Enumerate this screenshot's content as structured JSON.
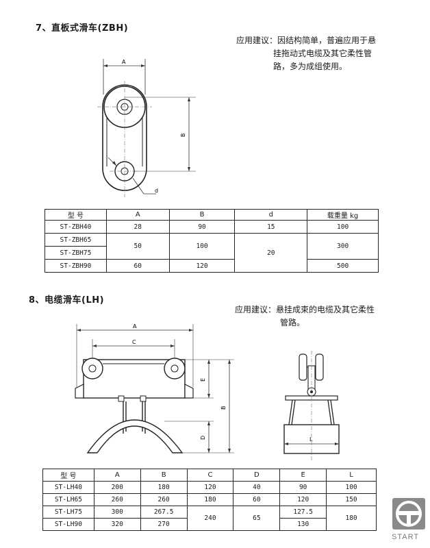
{
  "section7": {
    "heading": "7、直板式滑车(ZBH)",
    "note_lines": [
      "应用建议：因结构简单，普遍应用于悬",
      "挂拖动式电缆及其它柔性管",
      "路，多为成组使用。"
    ],
    "dims": {
      "a": "A",
      "b": "B",
      "d": "d"
    },
    "table": {
      "headers": [
        "型  号",
        "A",
        "B",
        "d",
        "载重量 kg"
      ],
      "rows": [
        {
          "model": "ST-ZBH40",
          "a": "28",
          "b": "90",
          "d": "15",
          "load": "100"
        },
        {
          "model": "ST-ZBH65"
        },
        {
          "model": "ST-ZBH75"
        },
        {
          "model": "ST-ZBH90",
          "a": "60",
          "b": "120",
          "load": "500"
        }
      ],
      "merged": {
        "a_65_75": "50",
        "b_65_75": "100",
        "d_65_90": "20",
        "load_65_75": "300"
      }
    }
  },
  "section8": {
    "heading": "8、电缆滑车(LH)",
    "note_lines": [
      "应用建议：悬挂成束的电缆及其它柔性",
      "管路。"
    ],
    "dims": {
      "a": "A",
      "b": "B",
      "c": "C",
      "d": "D",
      "e": "E",
      "l": "L"
    },
    "table": {
      "headers": [
        "型  号",
        "A",
        "B",
        "C",
        "D",
        "E",
        "L"
      ],
      "rows": [
        {
          "model": "ST-LH40",
          "a": "200",
          "b": "180",
          "c": "120",
          "d": "40",
          "e": "90",
          "l": "100"
        },
        {
          "model": "ST-LH65",
          "a": "260",
          "b": "260",
          "c": "180",
          "d": "60",
          "e": "120",
          "l": "150"
        },
        {
          "model": "ST-LH75",
          "a": "300",
          "b": "267.5",
          "e": "127.5"
        },
        {
          "model": "ST-LH90",
          "a": "320",
          "b": "270",
          "e": "130"
        }
      ],
      "merged": {
        "c_75_90": "240",
        "d_75_90": "65",
        "l_75_90": "180"
      }
    }
  },
  "logo": {
    "text": "START"
  }
}
